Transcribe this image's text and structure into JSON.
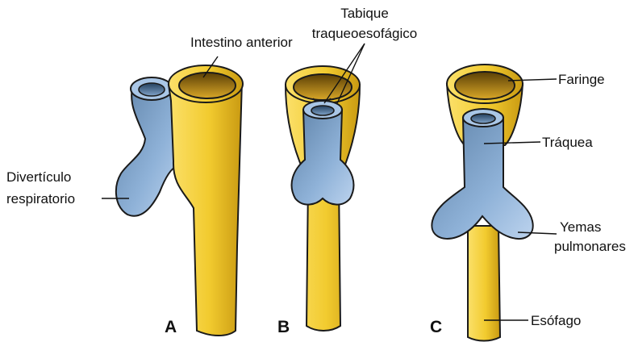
{
  "labels": {
    "tabique_line1": "Tabique",
    "tabique_line2": "traqueoesofágico",
    "intestino": "Intestino anterior",
    "diverticulo_line1": "Divertículo",
    "diverticulo_line2": "respiratorio",
    "faringe": "Faringe",
    "traquea": "Tráquea",
    "yemas_line1": "Yemas",
    "yemas_line2": "pulmonares",
    "esofago": "Esófago"
  },
  "panels": {
    "a": "A",
    "b": "B",
    "c": "C"
  },
  "colors": {
    "yellow": "#f4d23a",
    "yellow_dark": "#6b4e0a",
    "blue": "#8fb2d8",
    "blue_dark": "#3f5f82"
  }
}
